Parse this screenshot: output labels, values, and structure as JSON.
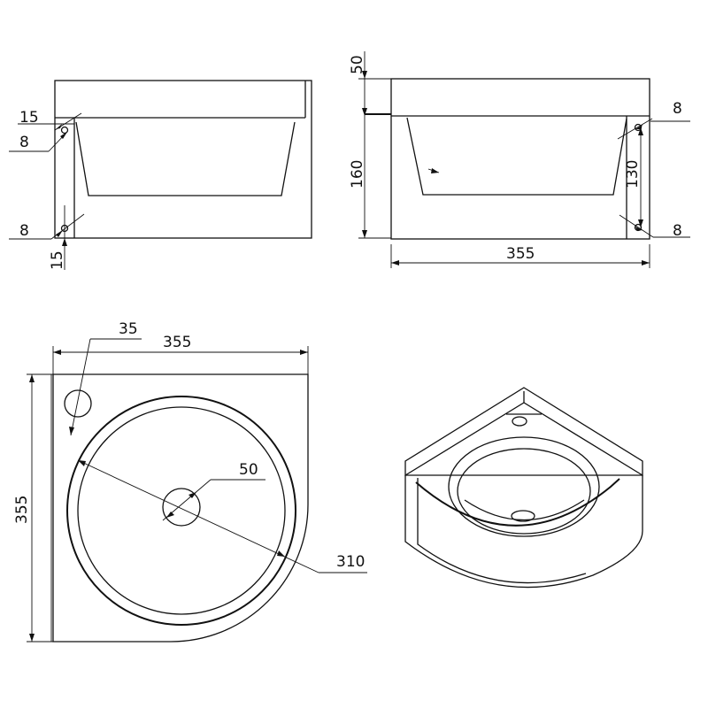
{
  "drawing": {
    "line_color": "#111111",
    "background": "#ffffff",
    "front_view": {
      "dim_top_rim": "15",
      "dim_upper_hole": "8",
      "dim_lower_hole": "8",
      "dim_bottom_rim": "15"
    },
    "side_view": {
      "dim_top": "50",
      "dim_height": "160",
      "dim_upper_hole": "8",
      "dim_hole_spacing": "130",
      "dim_lower_hole": "8",
      "dim_width": "355"
    },
    "top_view": {
      "dim_tap_hole": "35",
      "dim_width": "355",
      "dim_depth": "355",
      "dim_drain": "50",
      "dim_bowl": "310"
    },
    "icons": [
      "dimension-arrow-icon",
      "mounting-hole-icon",
      "drain-icon"
    ]
  }
}
